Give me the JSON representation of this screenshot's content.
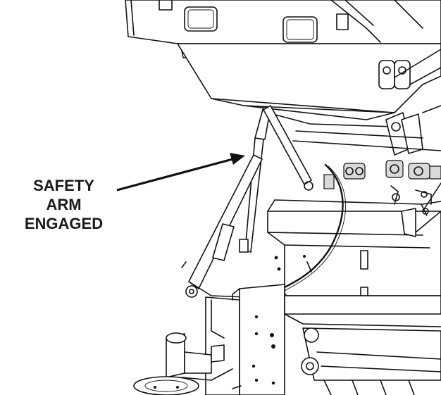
{
  "callout": {
    "lines": [
      "SAFETY",
      "ARM",
      "ENGAGED"
    ]
  },
  "colors": {
    "ink": "#111111",
    "background": "#ffffff"
  }
}
